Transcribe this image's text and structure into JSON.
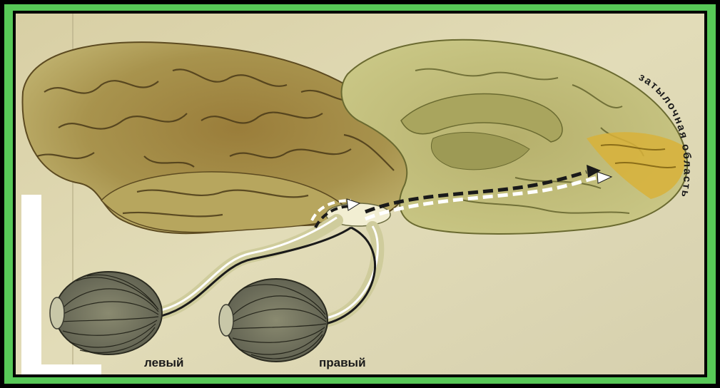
{
  "labels": {
    "occipital": "затылочная область",
    "left_eye": "левый",
    "right_eye": "правый"
  },
  "colors": {
    "frame_outer": "#000000",
    "frame_green": "#57c857",
    "paper": "#d9cfa6",
    "brain_dark": "#8a7a3c",
    "brain_light": "#c8c884",
    "occipital_highlight": "#d8b23a"
  }
}
